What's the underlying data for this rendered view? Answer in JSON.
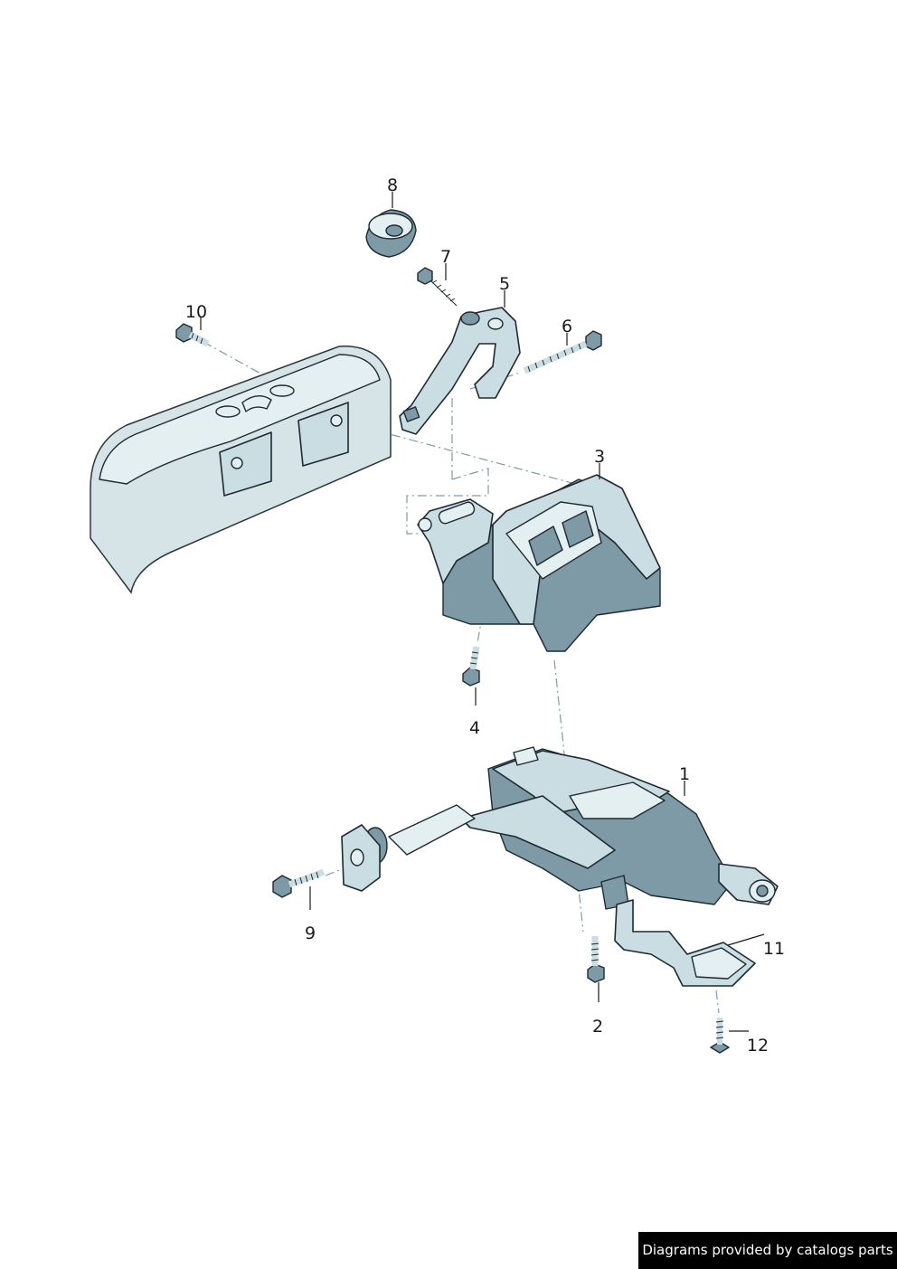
{
  "callouts": [
    "1",
    "2",
    "3",
    "4",
    "5",
    "6",
    "7",
    "8",
    "9",
    "10",
    "11",
    "12"
  ],
  "footer": {
    "text": "Diagrams provided by catalogs parts"
  }
}
